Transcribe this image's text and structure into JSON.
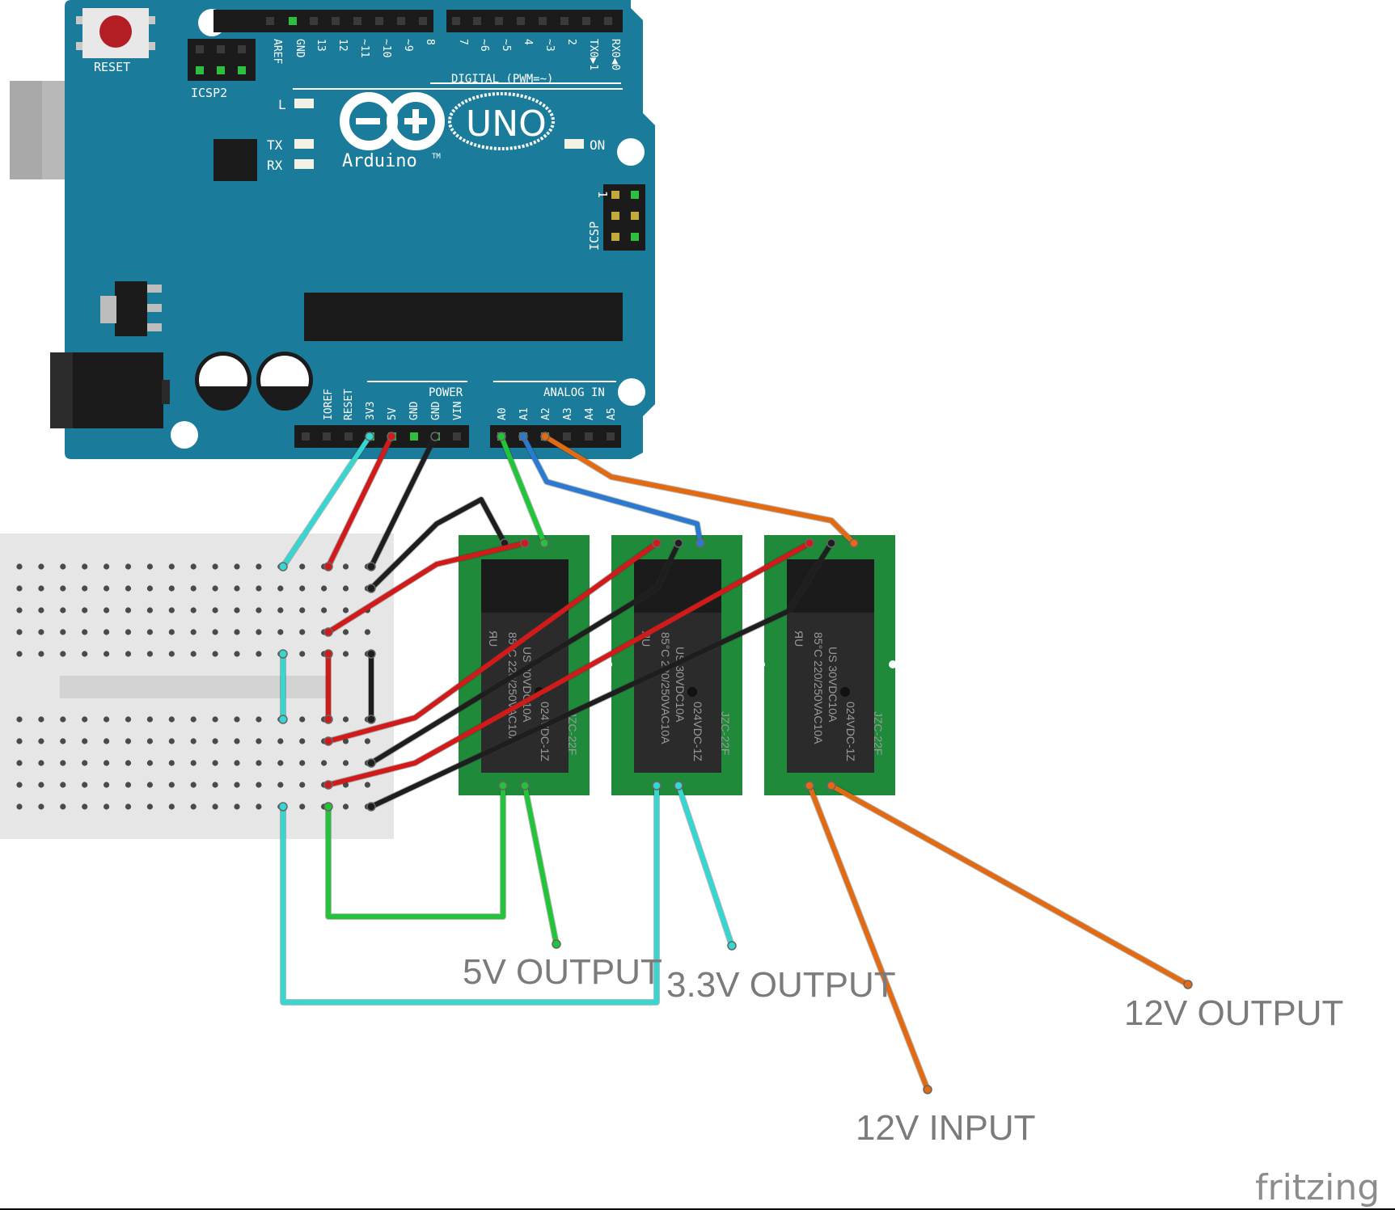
{
  "arduino": {
    "reset_label": "RESET",
    "icsp2_label": "ICSP2",
    "icsp_label": "ICSP",
    "icsp_pin1": "1",
    "digital_label": "DIGITAL (PWM=~)",
    "digital_pins": [
      "AREF",
      "GND",
      "13",
      "12",
      "~11",
      "~10",
      "~9",
      "8",
      "7",
      "~6",
      "~5",
      "4",
      "~3",
      "2",
      "TX0▶1",
      "RX0◀0"
    ],
    "led_l": "L",
    "led_tx": "TX",
    "led_rx": "RX",
    "led_on": "ON",
    "model": "UNO",
    "brand": "Arduino",
    "trademark": "TM",
    "power_label": "POWER",
    "power_pins": [
      "IOREF",
      "RESET",
      "3V3",
      "5V",
      "GND",
      "GND",
      "VIN"
    ],
    "analog_label": "ANALOG IN",
    "analog_pins": [
      "A0",
      "A1",
      "A2",
      "A3",
      "A4",
      "A5"
    ]
  },
  "relays": [
    {
      "ul": "ЯU",
      "rating1": "85°C  220/250VAC10A",
      "rating2": "US  30VDC10A",
      "coil": "024VDC-1Z",
      "model": "JZC-22F"
    },
    {
      "ul": "ЯU",
      "rating1": "85°C  220/250VAC10A",
      "rating2": "US  30VDC10A",
      "coil": "024VDC-1Z",
      "model": "JZC-22F"
    },
    {
      "ul": "ЯU",
      "rating1": "85°C  220/250VAC10A",
      "rating2": "US  30VDC10A",
      "coil": "024VDC-1Z",
      "model": "JZC-22F"
    }
  ],
  "outputs": {
    "out_5v": "5V OUTPUT",
    "out_33v": "3.3V OUTPUT",
    "out_12v": "12V OUTPUT",
    "in_12v": "12V INPUT"
  },
  "watermark": "fritzing",
  "colors": {
    "board": "#1a7c9a",
    "relay_pcb": "#1f8a3a",
    "wire_cyan": "#35d7d0",
    "wire_red": "#d11a1a",
    "wire_black": "#1e1e1e",
    "wire_green": "#22c43a",
    "wire_blue": "#2a7ad2",
    "wire_orange": "#e26a12"
  }
}
